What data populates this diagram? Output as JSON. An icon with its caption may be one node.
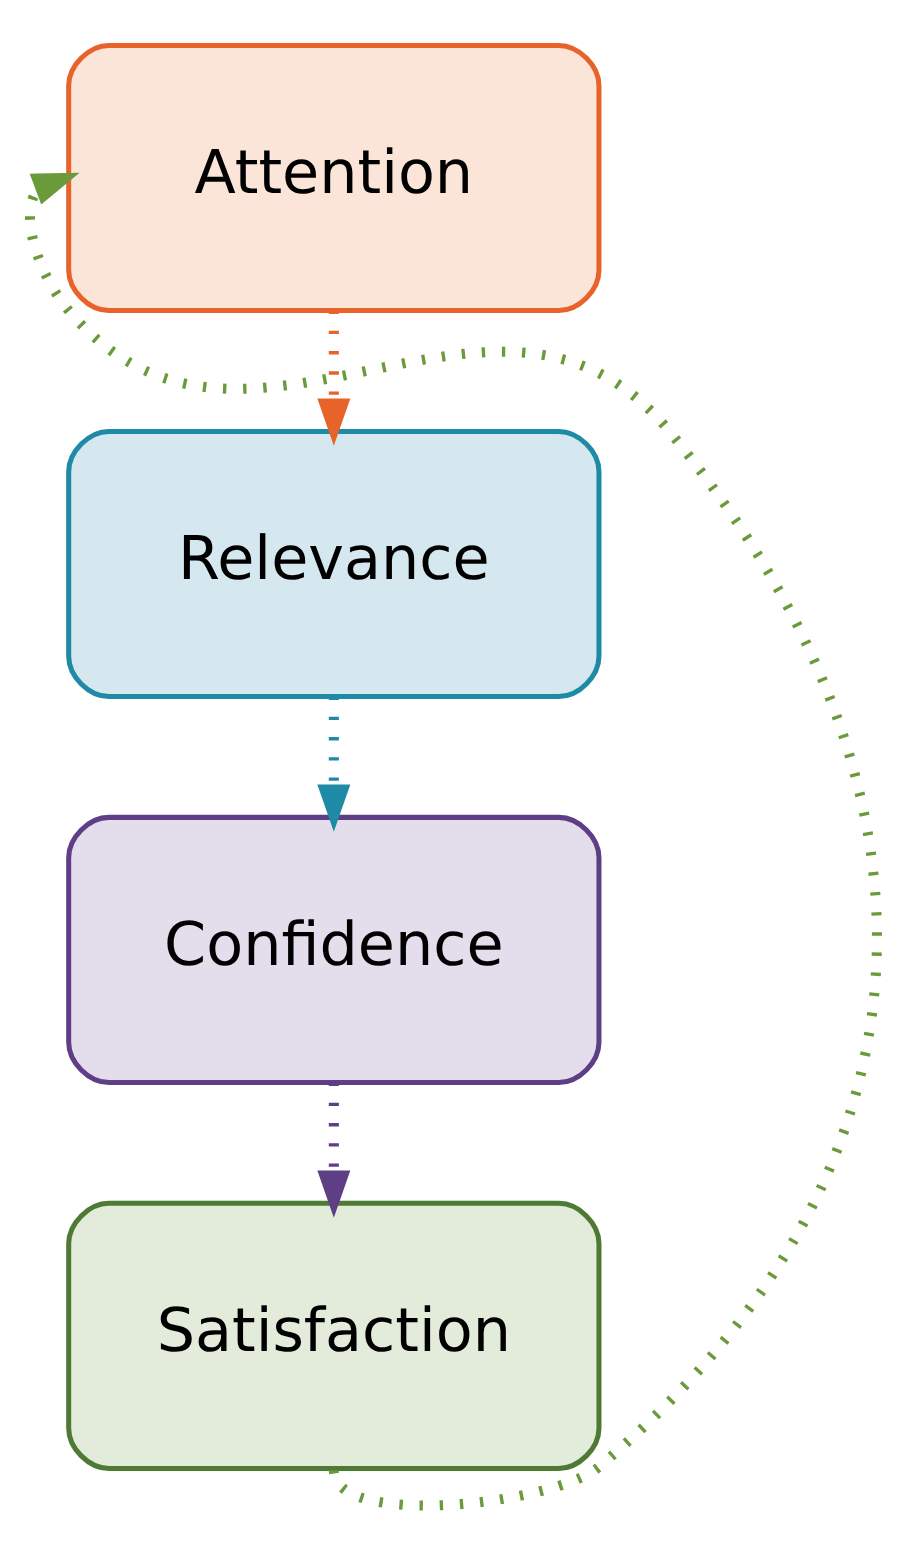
{
  "diagram": {
    "nodes": [
      {
        "text": [
          "Attention"
        ]
      },
      {
        "text": [
          "Relevance"
        ]
      },
      {
        "text": [
          "Confidence"
        ]
      },
      {
        "text": [
          "Satisfaction"
        ]
      }
    ],
    "edges": [
      {
        "from": 0,
        "to": 1,
        "arrow": "to",
        "style": "dashed",
        "color": "#e8632a"
      },
      {
        "from": 1,
        "to": 2,
        "arrow": "to",
        "style": "dashed",
        "color": "#1f8aa5"
      },
      {
        "from": 2,
        "to": 3,
        "arrow": "to",
        "style": "dashed",
        "color": "#5e3f86"
      },
      {
        "from": 3,
        "to": 0,
        "arrow": "to",
        "style": "dashed",
        "color": "#6a9a3a"
      }
    ]
  }
}
